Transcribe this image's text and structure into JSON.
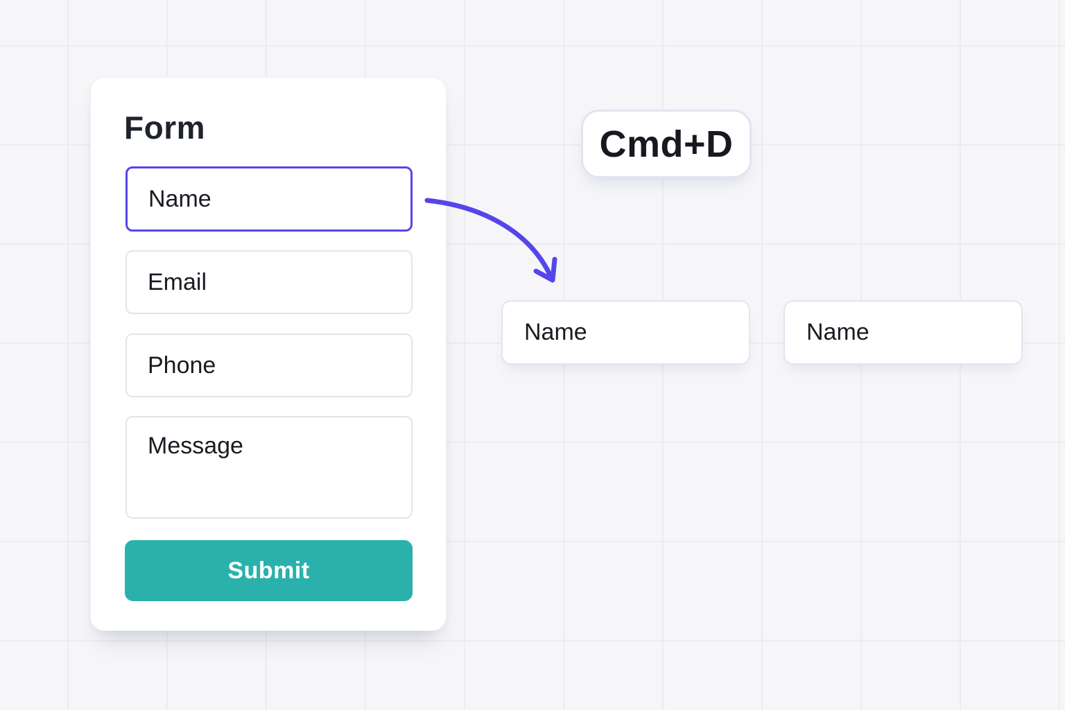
{
  "form_card": {
    "title": "Form",
    "fields": [
      {
        "label": "Name",
        "selected": true
      },
      {
        "label": "Email",
        "selected": false
      },
      {
        "label": "Phone",
        "selected": false
      },
      {
        "label": "Message",
        "selected": false
      }
    ],
    "submit_label": "Submit"
  },
  "shortcut_badge": {
    "label": "Cmd+D"
  },
  "duplicated_fields": [
    {
      "label": "Name"
    },
    {
      "label": "Name"
    }
  ],
  "colors": {
    "accent_indigo": "#5546eb",
    "submit_teal": "#2ab1ac",
    "submit_text": "#ffffff",
    "text_dark": "#181b21",
    "card_white": "#ffffff",
    "background": "#f6f6f8",
    "grid_line": "#ececf0",
    "field_border": "#e3e5ea",
    "duplicate_border": "#e0e5ee",
    "badge_border": "#e0e5f0"
  }
}
